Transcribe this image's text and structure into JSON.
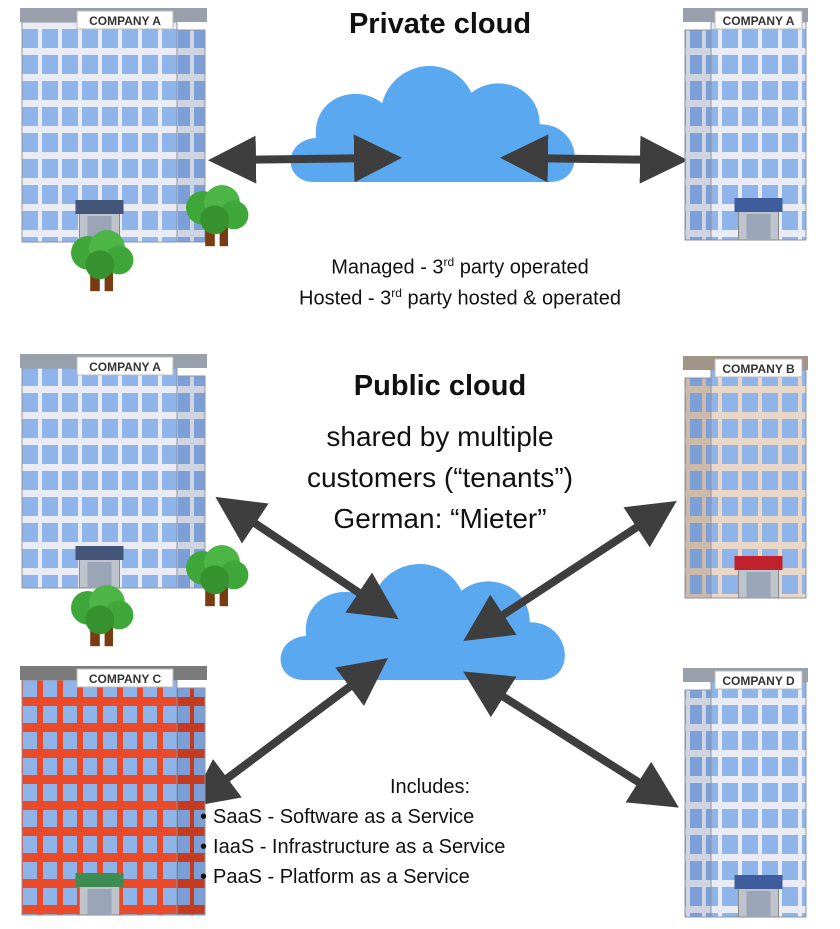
{
  "private": {
    "title": "Private cloud",
    "managed_a": "Managed - 3",
    "managed_sup": "rd",
    "managed_b": " party operated",
    "hosted_a": "Hosted - 3",
    "hosted_sup": "rd",
    "hosted_b": " party hosted & operated"
  },
  "public": {
    "title": "Public cloud",
    "line1": "shared by multiple",
    "line2": "customers (“tenants”)",
    "line3": "German: “Mieter”",
    "includes": "Includes:",
    "items": [
      "SaaS - Software as a Service",
      "IaaS - Infrastructure as a Service",
      "PaaS - Platform as a Service"
    ]
  },
  "buildings": {
    "a": "COMPANY A",
    "b": "COMPANY B",
    "c": "COMPANY C",
    "d": "COMPANY D"
  },
  "colors": {
    "cloud": "#5aa8f0",
    "arrow": "#3e3e3e",
    "window": "#8fb4ea",
    "facade_light": "#eef0f6",
    "facade_beige": "#e8d7c8",
    "facade_brick": "#e84a2a",
    "tree": "#3fa63a"
  }
}
